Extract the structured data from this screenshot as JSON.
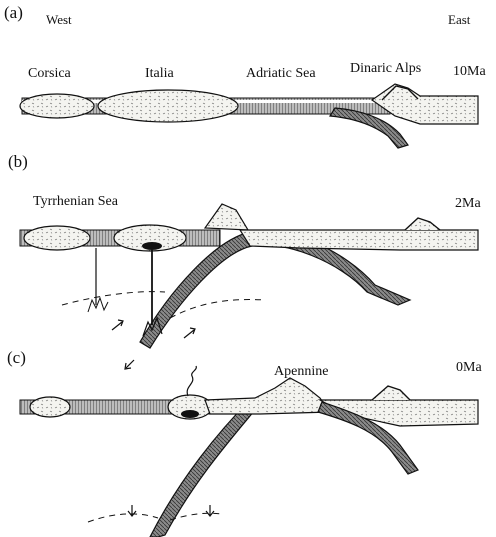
{
  "figure": {
    "directions": {
      "west": "West",
      "east": "East"
    },
    "panels": [
      {
        "id": "a",
        "label": "(a)",
        "age": "10Ma",
        "regions": [
          "Corsica",
          "Italia",
          "Adriatic Sea",
          "Dinaric Alps"
        ]
      },
      {
        "id": "b",
        "label": "(b)",
        "age": "2Ma",
        "regions": [
          "Tyrrhenian Sea"
        ]
      },
      {
        "id": "c",
        "label": "(c)",
        "age": "0Ma",
        "regions": [
          "Apennine"
        ]
      }
    ]
  },
  "colors": {
    "ink": "#111111",
    "crust_fill": "#f4f4f0",
    "slab_fill": "#8a8a8a",
    "ocean_fill": "#bdbdbd"
  }
}
